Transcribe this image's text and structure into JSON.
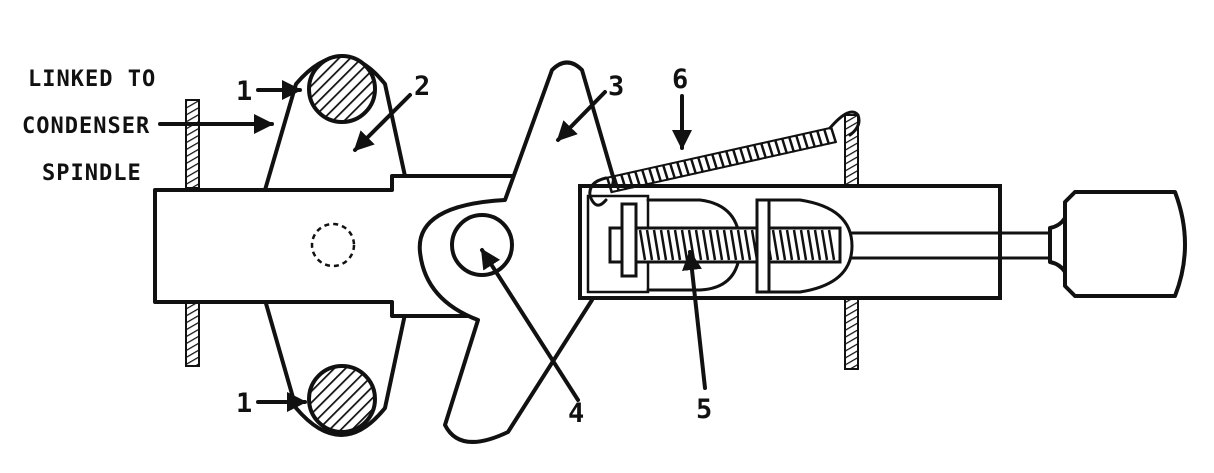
{
  "labels": {
    "side_line1": "LINKED TO",
    "side_line2": "CONDENSER",
    "side_line3": "SPINDLE",
    "n1_top": "1",
    "n1_bottom": "1",
    "n2": "2",
    "n3": "3",
    "n4": "4",
    "n5": "5",
    "n6": "6"
  }
}
